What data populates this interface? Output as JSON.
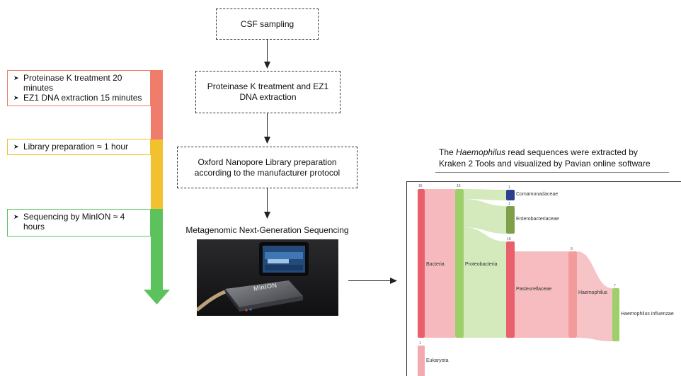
{
  "flow": {
    "step1": "CSF sampling",
    "step2": "Proteinase K treatment and EZ1 DNA extraction",
    "step3": "Oxford Nanopore Library preparation according to the manufacturer protocol",
    "ngs_label": "Metagenomic Next-Generation Sequencing",
    "device_brand": "MinION"
  },
  "timeline": {
    "box1": [
      "Proteinase K treatment 20 minutes",
      "EZ1 DNA extraction 15 minutes"
    ],
    "box2": [
      "Library preparation ≈ 1 hour"
    ],
    "box3": [
      "Sequencing by MinION ≈ 4 hours"
    ],
    "colors": {
      "red": "#f07c6c",
      "yellow": "#f2c130",
      "green": "#5cc25c"
    }
  },
  "pavian": {
    "caption_before": "The",
    "caption_italic": "Haemophilus",
    "caption_after": "read sequences were extracted by Kraken 2 Tools and visualized by Pavian online software",
    "nodes": {
      "bacteria": "Bacteria",
      "eukaryota": "Eukaryota",
      "proteobacteria": "Proteobacteria",
      "comamonadaceae": "Comamonadaceae",
      "enterobacteriaceae": "Enterobacteriaceae",
      "pasteurellaceae": "Pasteurellaceae",
      "haemophilus": "Haemophilus",
      "haemophilus_influenzae": "Haemophilus influenzae"
    },
    "counts": {
      "bacteria": "15",
      "proteobacteria": "15",
      "comamonadaceae": "1",
      "enterobacteriaceae": "1",
      "pasteurellaceae": "10",
      "haemophilus": "9",
      "haemophilus_influenzae": "7",
      "eukaryota": "1"
    },
    "colors": {
      "bacteria": "#e9606c",
      "proteobacteria": "#9fcf6a",
      "comamonadaceae": "#2b3f8f",
      "enterobacteriaceae": "#7f9f4a",
      "pasteurellaceae": "#e9606c",
      "haemophilus": "#f19b9b",
      "haemophilus_influenzae": "#9fcf6a",
      "eukaryota": "#f4a9b0"
    }
  }
}
